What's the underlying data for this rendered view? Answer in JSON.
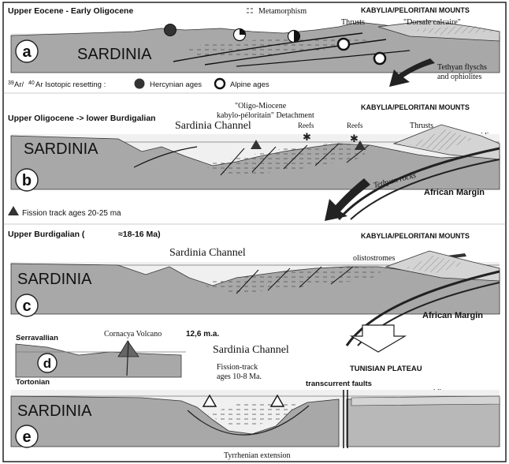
{
  "panels": {
    "a": {
      "letter": "a",
      "title": "Upper Eocene - Early Oligocene",
      "sardinia": "SARDINIA",
      "metamorphism": "Metamorphism",
      "kabylia": "KABYLIA/PELORITANI MOUNTS",
      "thrusts": "Thrusts",
      "dorsale": "\"Dorsale calcaire\"",
      "tethyan_1": "Tethyan flyschs",
      "tethyan_2": "and ophiolites",
      "isotope_prefix": "Ar/",
      "isotope_sup1": "39",
      "isotope_sup2": "40",
      "isotope_suffix": "Ar Isotopic resetting :",
      "hercynian": "Hercynian ages",
      "alpine": "Alpine ages"
    },
    "b": {
      "letter": "b",
      "title": "Upper Oligocene -> lower Burdigalian",
      "sardinia": "SARDINIA",
      "channel": "Sardinia Channel",
      "kabylo_1": "\"Oligo-Miocene",
      "kabylo_2": "kabylo-péloritain\" Detachment",
      "kabylia": "KABYLIA/PELORITANI MOUNTS",
      "reefs1": "Reefs",
      "reefs2": "Reefs",
      "thrusts": "Thrusts",
      "numidian": "Numidian",
      "tethyan_rocks": "Tethyan rocks",
      "african": "African Margin",
      "fission": "Fission track ages 20-25 ma"
    },
    "c": {
      "letter": "c",
      "title_pre": "Upper Burdigalian (",
      "title_post": "≈18-16 Ma)",
      "sardinia": "SARDINIA",
      "channel": "Sardinia Channel",
      "kabylia": "KABYLIA/PELORITANI MOUNTS",
      "olistostromes": "olistostromes",
      "african": "African Margin"
    },
    "d": {
      "letter": "d",
      "serravallian": "Serravallian",
      "tortonian": "Tortonian",
      "cornacya": "Cornacya Volcano",
      "age": "12,6 m.a."
    },
    "e": {
      "letter": "e",
      "sardinia": "SARDINIA",
      "channel": "Sardinia Channel",
      "fission_1": "Fission-track",
      "fission_2": "ages 10-8 Ma.",
      "tunisian": "TUNISIAN  PLATEAU",
      "transcurrent": "transcurrent faults",
      "numidian": "numidian nappe",
      "tyrrhenian": "Tyrrhenian extension"
    }
  },
  "colors": {
    "gray_dark": "#9a9a9a",
    "gray_mid": "#b5b5b5",
    "gray_light": "#d4d4d4",
    "water": "#eeeeee",
    "ink": "#1a1a1a",
    "frame": "#222222"
  }
}
